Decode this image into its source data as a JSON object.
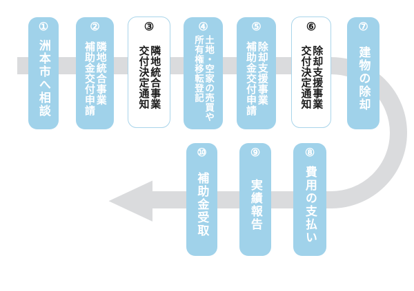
{
  "diagram": {
    "title": "subsidy-process-flow",
    "colors": {
      "box_blue": "#a0d2ea",
      "box_white_border": "#a8d4ea",
      "arrow_gray": "#dadbdd",
      "text_on_blue": "#ffffff",
      "text_on_white": "#1a1a1a"
    },
    "steps": [
      {
        "num": "①",
        "lines": [
          "洲本市へ相談"
        ]
      },
      {
        "num": "②",
        "lines": [
          "隣地統合事業",
          "補助金交付申請"
        ]
      },
      {
        "num": "③",
        "lines": [
          "隣地統合事業",
          "交付決定通知"
        ]
      },
      {
        "num": "④",
        "lines": [
          "土地・空家の売買や",
          "所有権移転登記"
        ]
      },
      {
        "num": "⑤",
        "lines": [
          "除却支援事業",
          "補助金交付申請"
        ]
      },
      {
        "num": "⑥",
        "lines": [
          "除却支援事業",
          "交付決定通知"
        ]
      },
      {
        "num": "⑦",
        "lines": [
          "建物の除却"
        ]
      },
      {
        "num": "⑧",
        "lines": [
          "費用の支払い"
        ]
      },
      {
        "num": "⑨",
        "lines": [
          "実績報告"
        ]
      },
      {
        "num": "⑩",
        "lines": [
          "補助金受取"
        ]
      }
    ]
  }
}
